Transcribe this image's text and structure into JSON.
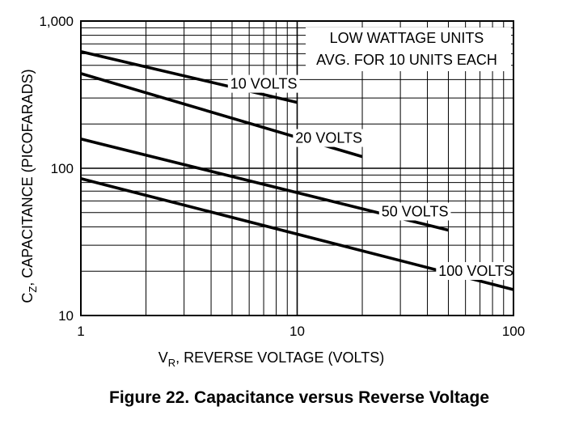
{
  "figure": {
    "caption": "Figure 22. Capacitance versus Reverse Voltage"
  },
  "chart_data": {
    "type": "line",
    "x_scale": "log",
    "y_scale": "log",
    "xlim": [
      1,
      100
    ],
    "ylim": [
      10,
      1000
    ],
    "grid": true,
    "xlabel": {
      "main": "V",
      "sub": "R",
      "rest": ", REVERSE VOLTAGE (VOLTS)"
    },
    "ylabel": {
      "main": "C",
      "sub": "Z",
      "rest": ", CAPACITANCE (PICOFARADS)"
    },
    "x_ticks": [
      {
        "value": 1,
        "label": "1"
      },
      {
        "value": 10,
        "label": "10"
      },
      {
        "value": 100,
        "label": "100"
      }
    ],
    "y_ticks": [
      {
        "value": 10,
        "label": "10"
      },
      {
        "value": 100,
        "label": "100"
      },
      {
        "value": 1000,
        "label": "1,000"
      }
    ],
    "annotation": [
      "LOW WATTAGE UNITS",
      "AVG. FOR 10 UNITS EACH"
    ],
    "series": [
      {
        "name": "10 VOLTS",
        "x": [
          1,
          10
        ],
        "y": [
          620,
          280
        ]
      },
      {
        "name": "20 VOLTS",
        "x": [
          1,
          20
        ],
        "y": [
          440,
          120
        ]
      },
      {
        "name": "50 VOLTS",
        "x": [
          1,
          50
        ],
        "y": [
          158,
          38
        ]
      },
      {
        "name": "100 VOLTS",
        "x": [
          1,
          100
        ],
        "y": [
          85,
          15
        ]
      }
    ]
  }
}
